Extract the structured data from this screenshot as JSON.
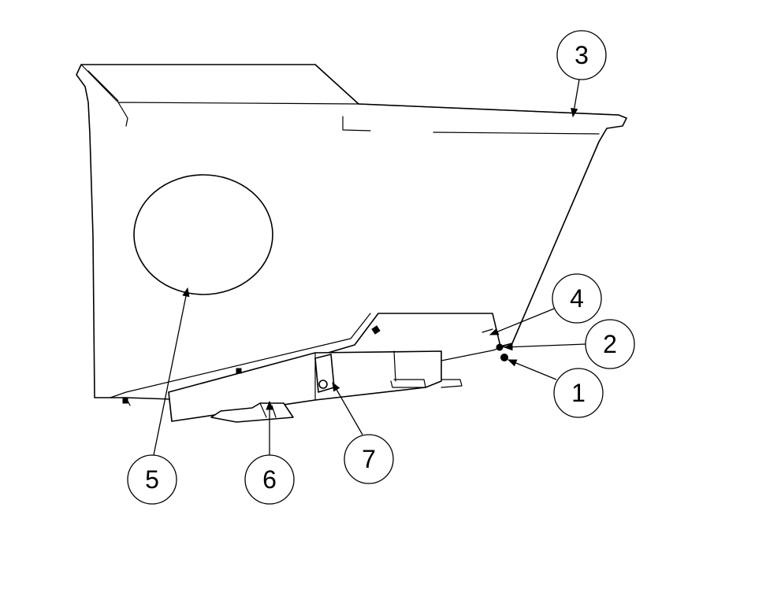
{
  "balloons": [
    {
      "id": "1",
      "label": "1"
    },
    {
      "id": "2",
      "label": "2"
    },
    {
      "id": "3",
      "label": "3"
    },
    {
      "id": "4",
      "label": "4"
    },
    {
      "id": "5",
      "label": "5"
    },
    {
      "id": "6",
      "label": "6"
    },
    {
      "id": "7",
      "label": "7"
    }
  ],
  "colors": {
    "line": "#000000",
    "background": "#ffffff"
  }
}
